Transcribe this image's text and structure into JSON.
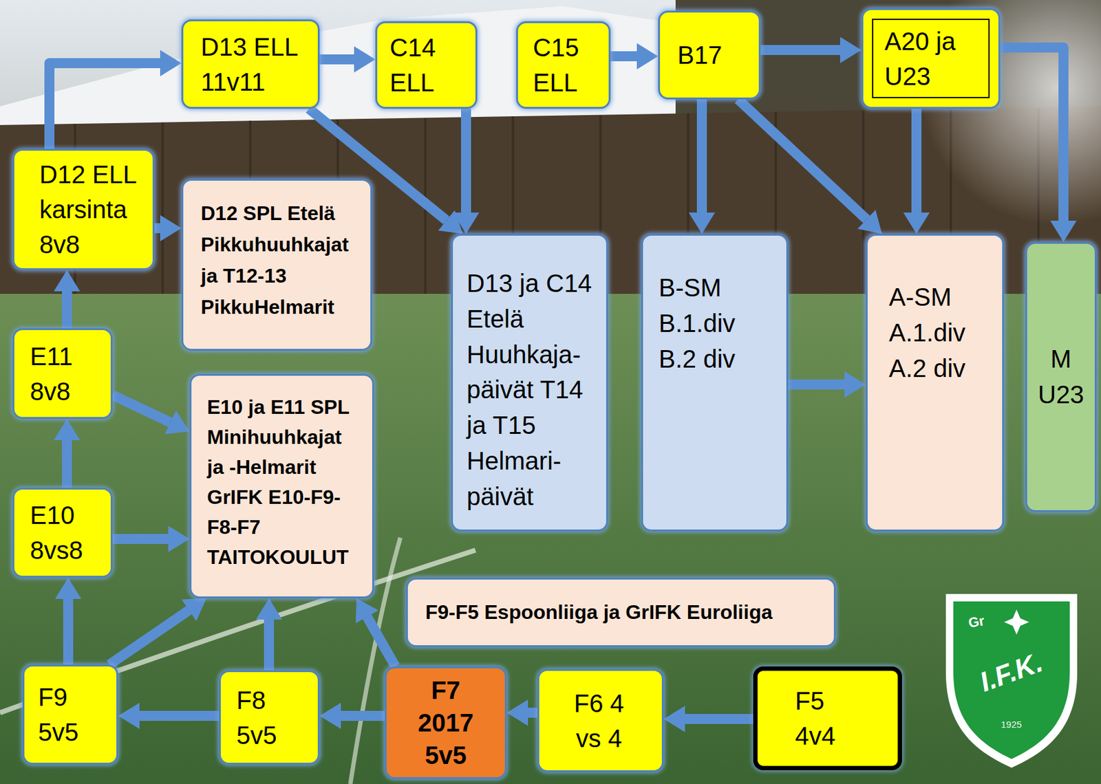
{
  "diagram": {
    "nodes": [
      {
        "text": [
          "D13 ELL 11v11"
        ]
      },
      {
        "text": [
          "C14 ELL"
        ]
      },
      {
        "text": [
          "C15 ELL"
        ]
      },
      {
        "text": [
          "B17"
        ]
      },
      {
        "text": [
          "A20 ja U23"
        ]
      },
      {
        "text": [
          "D12 ELL karsinta 8v8"
        ]
      },
      {
        "text": [
          "D12 SPL Etelä Pikkuhuuhkajat ja T12-13 PikkuHelmarit"
        ]
      },
      {
        "text": [
          "D13 ja C14 Etelä Huuhkaja-päivät T14 ja T15 Helmari-päivät"
        ]
      },
      {
        "text": [
          "B-SM B.1.div B.2 div"
        ]
      },
      {
        "text": [
          "A-SM A.1.div A.2 div"
        ]
      },
      {
        "text": [
          "M U23"
        ]
      },
      {
        "text": [
          "E11 8v8"
        ]
      },
      {
        "text": [
          "E10 ja E11 SPL Minihuuhkajat ja -Helmarit GrIFK E10-F9-F8-F7 TAITOKOULUT"
        ]
      },
      {
        "text": [
          "E10 8vs8"
        ]
      },
      {
        "text": [
          "F9-F5 Espoonliiga ja GrIFK Euroliiga"
        ]
      },
      {
        "text": [
          "F9 5v5"
        ]
      },
      {
        "text": [
          "F8 5v5"
        ]
      },
      {
        "text": [
          "F7 2017 5v5"
        ]
      },
      {
        "text": [
          "F6 4 vs 4"
        ]
      },
      {
        "text": [
          "F5 4v4"
        ]
      }
    ],
    "edges": [
      {
        "from": 5,
        "to": 0,
        "arrow": "to"
      },
      {
        "from": 0,
        "to": 1,
        "arrow": "to"
      },
      {
        "from": 2,
        "to": 3,
        "arrow": "to"
      },
      {
        "from": 3,
        "to": 4,
        "arrow": "to"
      },
      {
        "from": 4,
        "to": 10,
        "arrow": "to"
      },
      {
        "from": 0,
        "to": 7,
        "arrow": "to"
      },
      {
        "from": 1,
        "to": 7,
        "arrow": "to"
      },
      {
        "from": 3,
        "to": 8,
        "arrow": "to"
      },
      {
        "from": 3,
        "to": 9,
        "arrow": "to"
      },
      {
        "from": 4,
        "to": 9,
        "arrow": "to"
      },
      {
        "from": 8,
        "to": 9,
        "arrow": "to"
      },
      {
        "from": 5,
        "to": 6,
        "arrow": "to"
      },
      {
        "from": 11,
        "to": 5,
        "arrow": "to"
      },
      {
        "from": 11,
        "to": 12,
        "arrow": "to"
      },
      {
        "from": 13,
        "to": 11,
        "arrow": "to"
      },
      {
        "from": 13,
        "to": 12,
        "arrow": "to"
      },
      {
        "from": 15,
        "to": 13,
        "arrow": "to"
      },
      {
        "from": 15,
        "to": 12,
        "arrow": "to"
      },
      {
        "from": 16,
        "to": 12,
        "arrow": "to"
      },
      {
        "from": 17,
        "to": 12,
        "arrow": "to"
      },
      {
        "from": 19,
        "to": 18,
        "arrow": "to"
      },
      {
        "from": 18,
        "to": 17,
        "arrow": "to"
      },
      {
        "from": 17,
        "to": 16,
        "arrow": "to"
      },
      {
        "from": 16,
        "to": 15,
        "arrow": "to"
      }
    ],
    "labels": [
      "Gr",
      "I.F.K.",
      "1925"
    ]
  }
}
